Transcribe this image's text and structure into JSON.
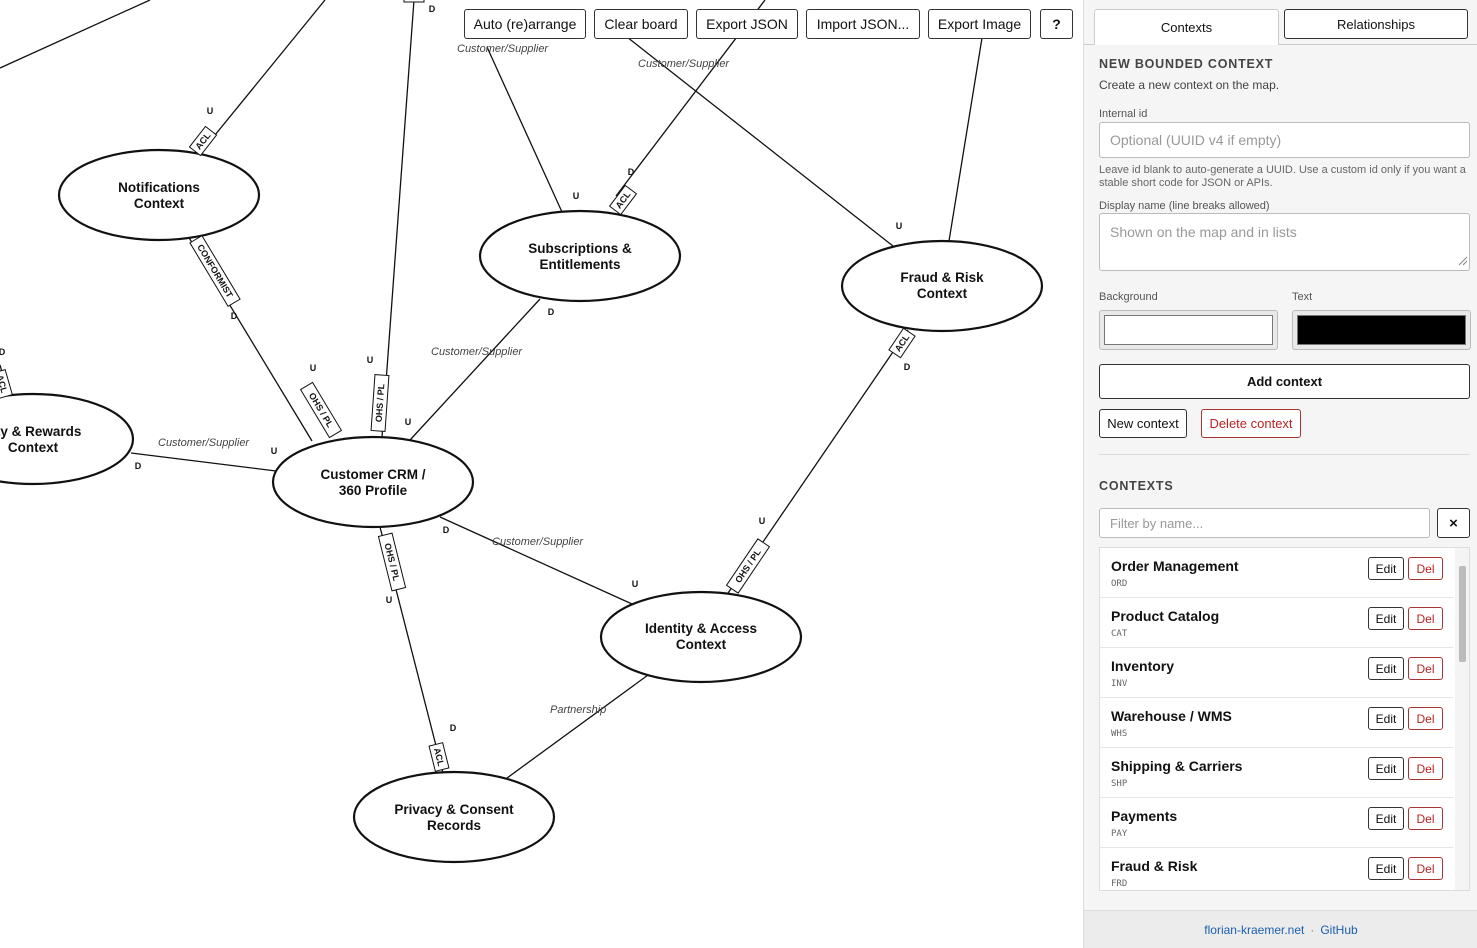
{
  "toolbar": {
    "auto_arrange": "Auto (re)arrange",
    "clear_board": "Clear board",
    "export_json": "Export JSON",
    "import_json": "Import JSON...",
    "export_image": "Export Image",
    "help": "?"
  },
  "map": {
    "contexts": [
      {
        "id": "notifications",
        "line1": "Notifications",
        "line2": "Context"
      },
      {
        "id": "subscriptions",
        "line1": "Subscriptions &",
        "line2": "Entitlements"
      },
      {
        "id": "fraud",
        "line1": "Fraud & Risk",
        "line2": "Context"
      },
      {
        "id": "loyalty",
        "line1": "alty & Rewards",
        "line2": "Context"
      },
      {
        "id": "crm",
        "line1": "Customer CRM /",
        "line2": "360 Profile"
      },
      {
        "id": "identity",
        "line1": "Identity & Access",
        "line2": "Context"
      },
      {
        "id": "privacy",
        "line1": "Privacy & Consent",
        "line2": "Records"
      }
    ],
    "relationship_labels": {
      "cs": "Customer/Supplier",
      "partnership": "Partnership"
    },
    "patterns": {
      "acl": "ACL",
      "ohs": "OHS / PL",
      "conformist": "CONFORMIST"
    },
    "roles": {
      "upstream": "U",
      "downstream": "D"
    }
  },
  "panel": {
    "tabs": {
      "contexts": "Contexts",
      "relationships": "Relationships"
    },
    "new_context": {
      "title": "NEW BOUNDED CONTEXT",
      "subtitle": "Create a new context on the map.",
      "id_label": "Internal id",
      "id_placeholder": "Optional (UUID v4 if empty)",
      "id_help": "Leave id blank to auto-generate a UUID. Use a custom id only if you want a stable short code for JSON or APIs.",
      "name_label": "Display name (line breaks allowed)",
      "name_placeholder": "Shown on the map and in lists",
      "bg_label": "Background",
      "text_label": "Text",
      "bg_color": "#ffffff",
      "text_color": "#000000",
      "add_button": "Add context",
      "new_button": "New context",
      "delete_button": "Delete context"
    },
    "contexts": {
      "title": "CONTEXTS",
      "filter_placeholder": "Filter by name...",
      "clear_icon": "×",
      "edit_label": "Edit",
      "del_label": "Del",
      "items": [
        {
          "name": "Order Management",
          "code": "ORD"
        },
        {
          "name": "Product Catalog",
          "code": "CAT"
        },
        {
          "name": "Inventory",
          "code": "INV"
        },
        {
          "name": "Warehouse / WMS",
          "code": "WHS"
        },
        {
          "name": "Shipping & Carriers",
          "code": "SHP"
        },
        {
          "name": "Payments",
          "code": "PAY"
        },
        {
          "name": "Fraud & Risk",
          "code": "FRD"
        }
      ]
    },
    "footer": {
      "site": "florian-kraemer.net",
      "sep": "·",
      "github": "GitHub"
    }
  }
}
